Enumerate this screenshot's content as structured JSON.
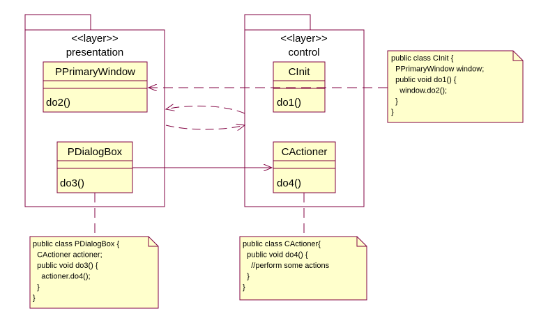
{
  "packages": [
    {
      "stereotype": "<<layer>>",
      "name": "presentation"
    },
    {
      "stereotype": "<<layer>>",
      "name": "control"
    }
  ],
  "classes": {
    "pprimarywindow": {
      "name": "PPrimaryWindow",
      "operation": "do2()"
    },
    "pdialogbox": {
      "name": "PDialogBox",
      "operation": "do3()"
    },
    "cinit": {
      "name": "CInit",
      "operation": "do1()"
    },
    "cactioner": {
      "name": "CActioner",
      "operation": "do4()"
    }
  },
  "notes": {
    "cinit": {
      "lines": [
        "public class CInit {",
        "  PPrimaryWindow window;",
        "  public void do1() {",
        "    window.do2();",
        "  }",
        "}"
      ]
    },
    "pdialogbox": {
      "lines": [
        "public class PDialogBox {",
        "  CActioner actioner;",
        "  public void do3() {",
        "    actioner.do4();",
        "  }",
        "}"
      ]
    },
    "cactioner": {
      "lines": [
        "public class CActioner{",
        "  public void do4() {",
        "    //perform some actions",
        "  }",
        "}"
      ]
    }
  },
  "colors": {
    "border": "#800040",
    "class_fill": "#ffffcc",
    "line": "#800040"
  }
}
